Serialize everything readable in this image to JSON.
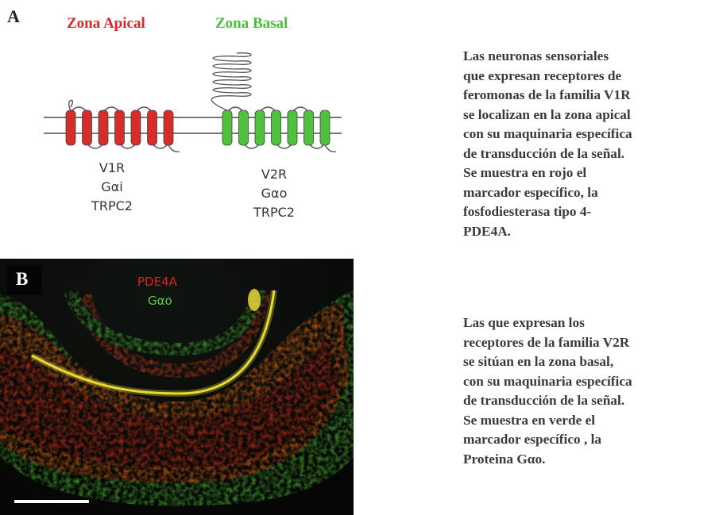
{
  "panel_a": {
    "letter": "A",
    "zone_apical": "Zona Apical",
    "zone_basal": "Zona Basal",
    "v1r_labels": [
      "V1R",
      "Gαi",
      "TRPC2"
    ],
    "v2r_labels": [
      "V2R",
      "Gαo",
      "TRPC2"
    ],
    "colors": {
      "apical": "#e0262b",
      "basal": "#4bbd3c",
      "receptor_red": "#d42d2a",
      "receptor_green": "#4fc13c"
    }
  },
  "panel_b": {
    "letter": "B",
    "stain_red": "PDE4A",
    "stain_green": "Gαo"
  },
  "caption": {
    "paragraph1": [
      "Las neuronas sensoriales",
      "que expresan receptores de",
      "feromonas de la familia V1R",
      "se localizan en la zona apical",
      "con su maquinaria específica",
      "de transducción de la señal.",
      "Se muestra en rojo el",
      "marcador específico, la",
      "fosfodiesterasa tipo 4-",
      "PDE4A."
    ],
    "paragraph2": [
      "Las que expresan los",
      "receptores de la familia V2R",
      "se sitúan en la zona basal,",
      "con su maquinaria específica",
      "de transducción de la señal.",
      "Se muestra en verde el",
      "marcador específico , la",
      "Proteina Gαo."
    ]
  }
}
